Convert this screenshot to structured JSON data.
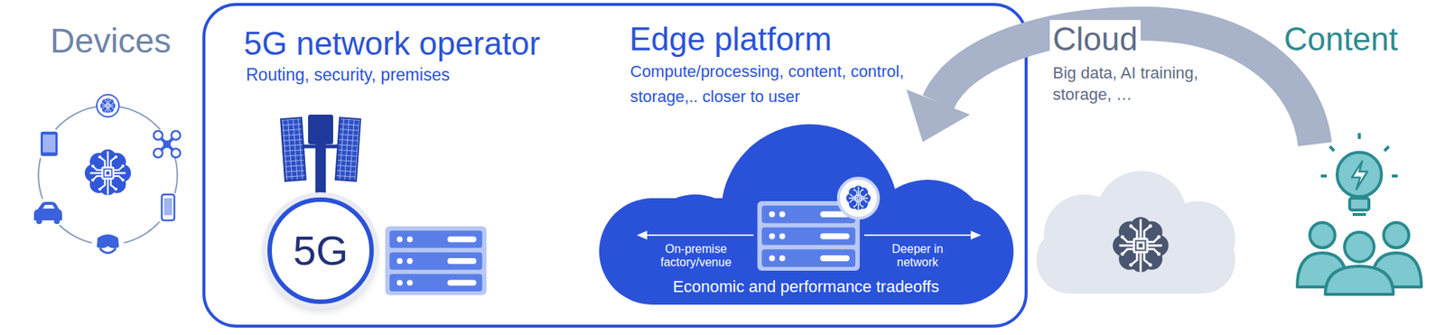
{
  "diagram": {
    "nodes": [
      {
        "text": [
          "5G network operator",
          "Routing, security, premises",
          "Edge platform",
          "Compute/processing, content, control, storage,.. closer to user"
        ]
      },
      {
        "text": [
          "5G"
        ],
        "in": 0
      },
      {
        "text": [
          "On-premise factory/venue",
          "Deeper in network",
          "Economic and performance tradeoffs"
        ],
        "in": 0
      }
    ],
    "labels": [
      "Devices",
      "Cloud",
      "Big data, AI training, storage, …",
      "Content"
    ]
  }
}
